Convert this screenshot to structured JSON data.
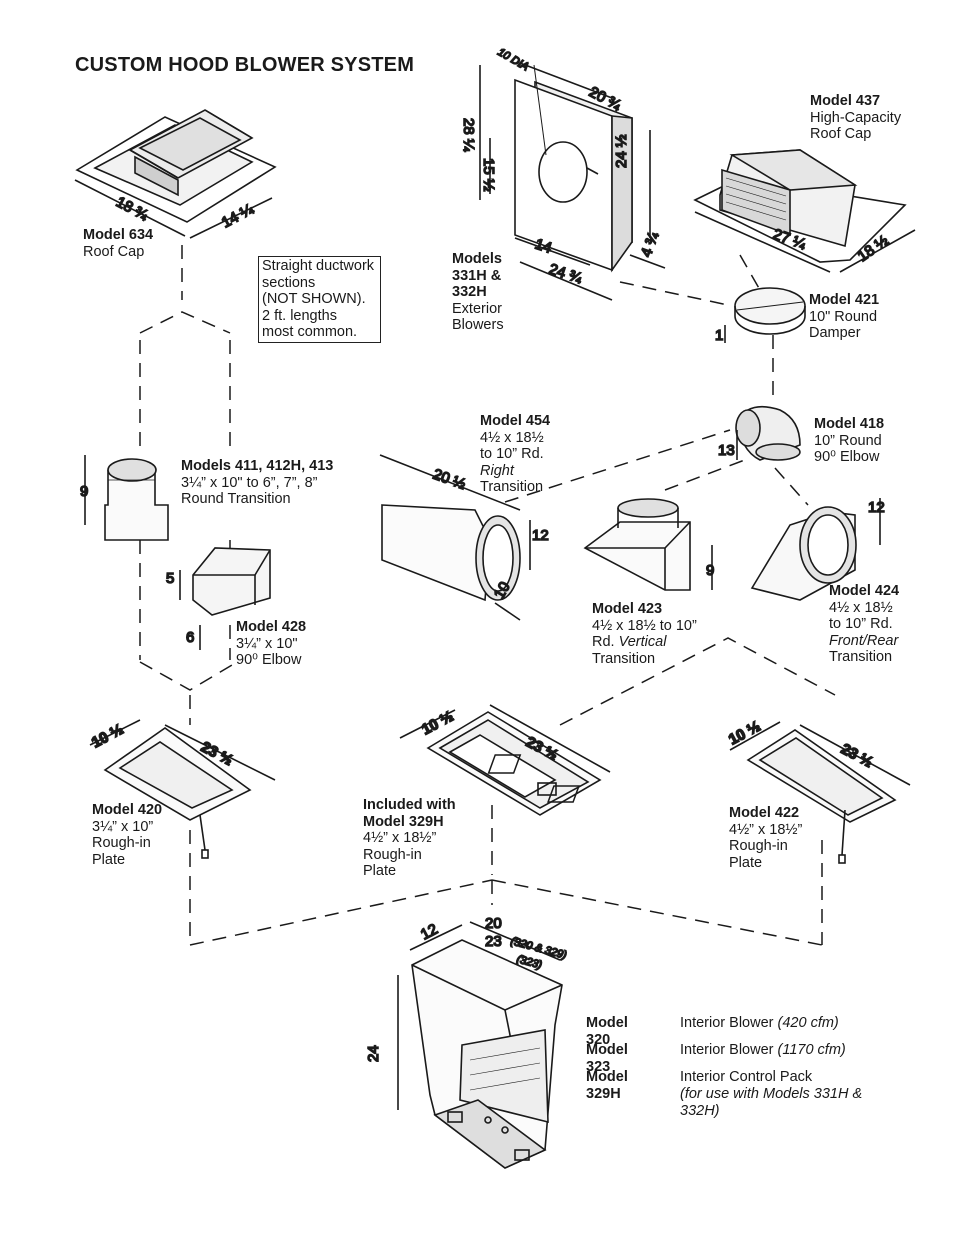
{
  "title": "CUSTOM HOOD BLOWER SYSTEM",
  "note": {
    "lines": [
      "Straight ductwork",
      "sections",
      "(NOT SHOWN).",
      "2 ft. lengths",
      "most common."
    ]
  },
  "parts": {
    "m634": {
      "model": "Model 634",
      "desc": "Roof Cap",
      "dims": [
        "18 3/4",
        "14 1/4"
      ]
    },
    "m331": {
      "model_lines": [
        "Models",
        "331H &",
        "332H"
      ],
      "desc_lines": [
        "Exterior",
        "Blowers"
      ],
      "dims": [
        "10 DIA",
        "20 3/4",
        "28 1/4",
        "15 1/2",
        "24 1/2",
        "14",
        "24 3/4",
        "4 3/4"
      ]
    },
    "m437": {
      "model": "Model 437",
      "desc_lines": [
        "High-Capacity",
        "Roof Cap"
      ],
      "dims": [
        "27 1/4",
        "18 1/2"
      ]
    },
    "m421": {
      "model": "Model 421",
      "desc_lines": [
        "10\" Round",
        "Damper"
      ],
      "dims": [
        "1"
      ]
    },
    "m411": {
      "model": "Models 411, 412H, 413",
      "desc_lines": [
        "3¼” x 10\" to 6”, 7”, 8”",
        "Round Transition"
      ],
      "dims": [
        "9"
      ]
    },
    "m428": {
      "model": "Model 428",
      "desc_lines": [
        "3¼” x 10\"",
        "90⁰ Elbow"
      ],
      "dims": [
        "5 1/4",
        "6 1/4"
      ]
    },
    "m454": {
      "model": "Model 454",
      "desc_lines": [
        "4½ x 18½",
        "to 10” Rd."
      ],
      "desc_italic": "Right",
      "desc_tail": "Transition",
      "dims": [
        "20 1/2",
        "12",
        "10"
      ]
    },
    "m418": {
      "model": "Model 418",
      "desc_lines": [
        "10” Round",
        "90⁰ Elbow"
      ],
      "dims": [
        "13 1/4"
      ]
    },
    "m423": {
      "model": "Model 423",
      "desc_lines": [
        "4½ x 18½ to 10”"
      ],
      "desc_mixed_pre": "Rd.",
      "desc_italic": "Vertical",
      "desc_tail": "Transition",
      "dims": [
        "9"
      ]
    },
    "m424": {
      "model": "Model 424",
      "desc_lines": [
        "4½ x 18½",
        "to 10” Rd."
      ],
      "desc_italic": "Front/Rear",
      "desc_tail": "Transition",
      "dims": [
        "12 1/4"
      ]
    },
    "m420": {
      "model": "Model 420",
      "desc_lines": [
        "3¼” x 10”",
        "Rough-in",
        "Plate"
      ],
      "dims": [
        "10 1/2",
        "23 1/2"
      ]
    },
    "m329plate": {
      "model_lines": [
        "Included with",
        "Model 329H"
      ],
      "desc_lines": [
        "4½” x 18½”",
        "Rough-in",
        "Plate"
      ],
      "dims": [
        "10 1/2",
        "23 1/2"
      ]
    },
    "m422": {
      "model": "Model 422",
      "desc_lines": [
        "4½” x 18½”",
        "Rough-in",
        "Plate"
      ],
      "dims": [
        "10 1/2",
        "23 1/2"
      ]
    },
    "blower": {
      "dims": [
        "12",
        "20 3/8",
        "23",
        "(320 & 329)",
        "(323)",
        "24"
      ]
    }
  },
  "legend": [
    {
      "model": "Model 320",
      "desc": "Interior Blower",
      "note": "(420 cfm)"
    },
    {
      "model": "Model 323",
      "desc": "Interior Blower",
      "note": "(1170 cfm)"
    },
    {
      "model": "Model 329H",
      "desc": "Interior Control Pack",
      "note": "(for use with Models 331H & 332H)"
    }
  ]
}
